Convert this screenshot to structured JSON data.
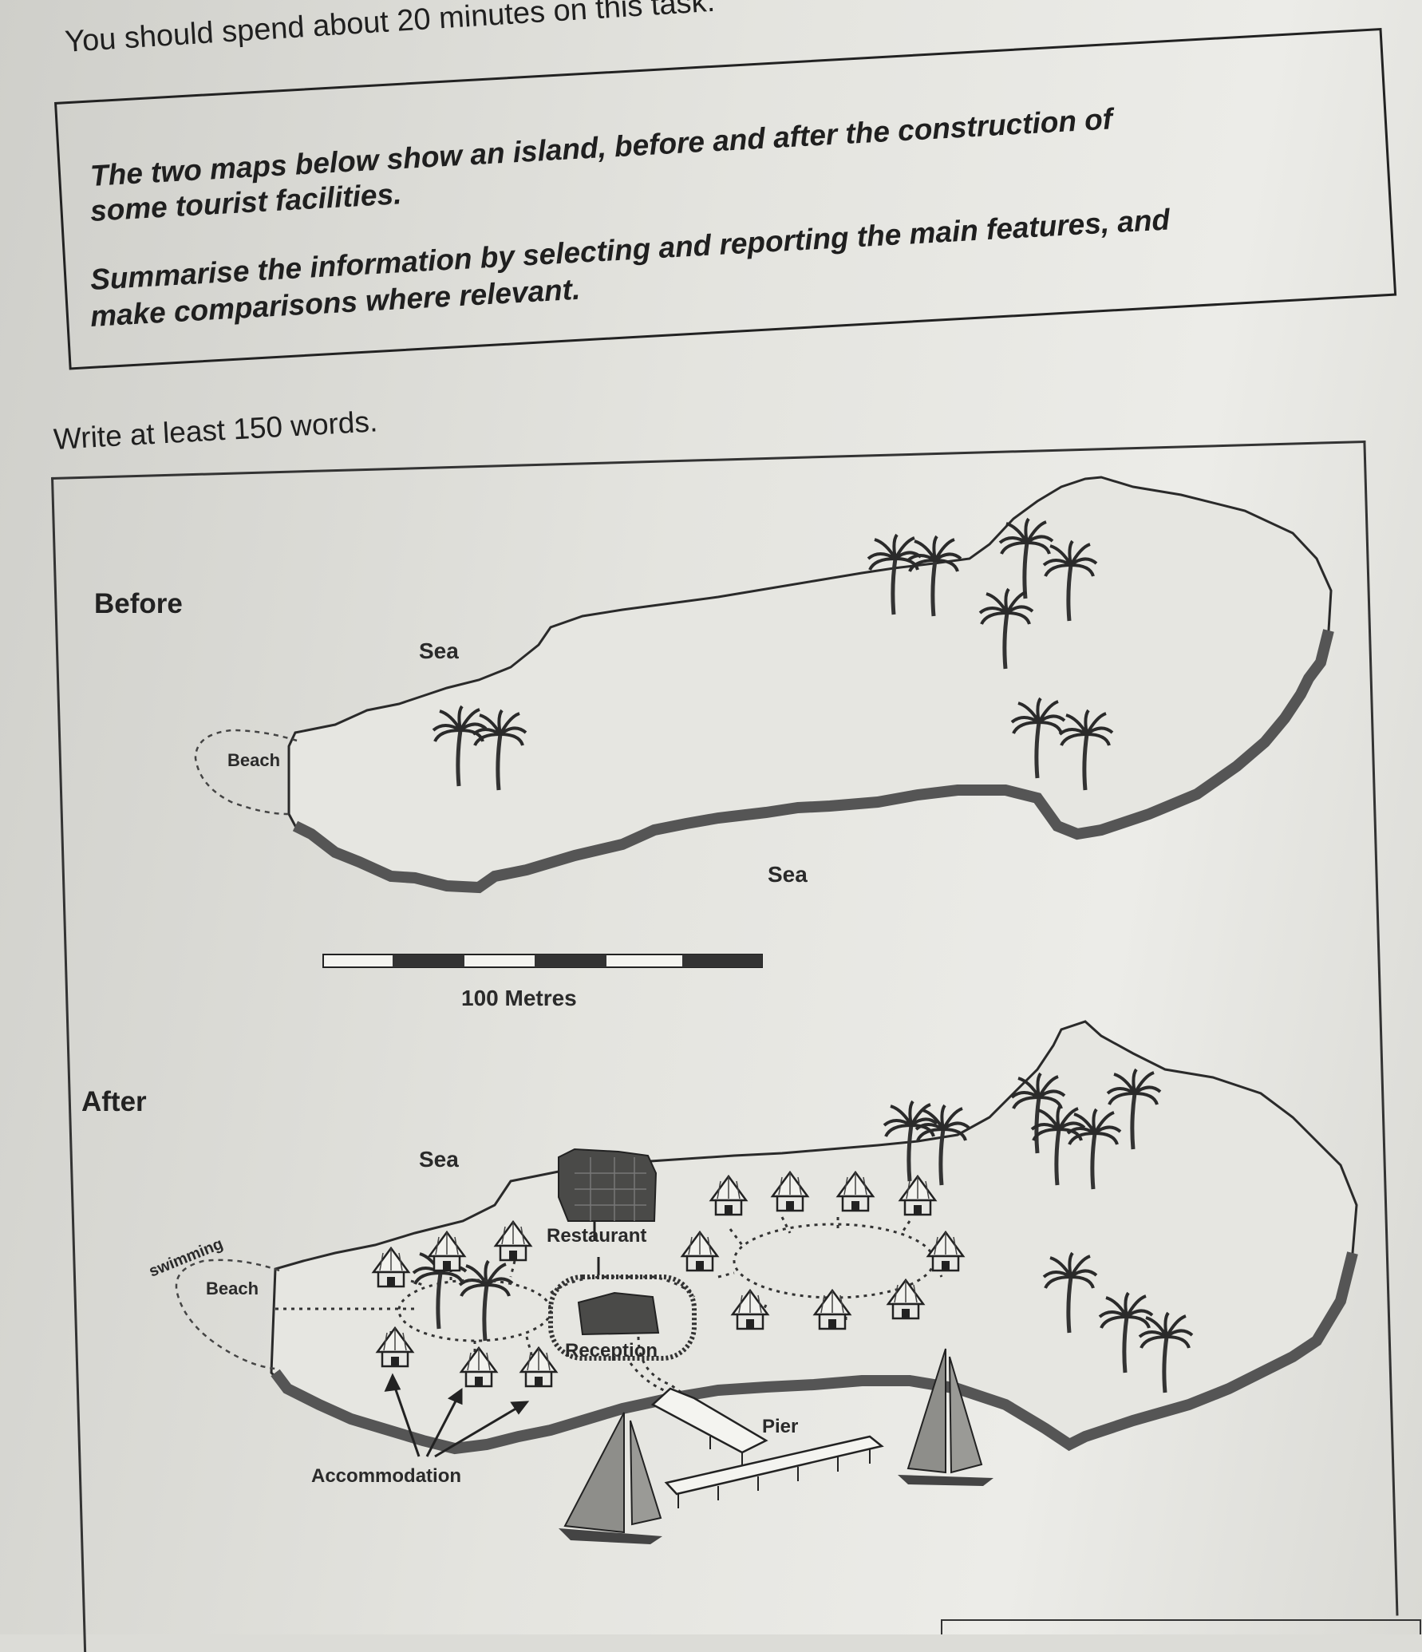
{
  "instruction": "You should spend about 20 minutes on this task.",
  "task": {
    "line1": "The two maps below show an island, before and after the construction of",
    "line2": "some tourist facilities.",
    "line3": "Summarise the information by selecting and reporting the main features, and",
    "line4": "make comparisons where relevant."
  },
  "word_count": "Write at least 150 words.",
  "before_map": {
    "title": "Before",
    "labels": {
      "sea_top": "Sea",
      "sea_bottom": "Sea",
      "beach": "Beach"
    }
  },
  "scale": {
    "label": "100 Metres"
  },
  "after_map": {
    "title": "After",
    "labels": {
      "sea": "Sea",
      "swimming": "swimming",
      "beach": "Beach",
      "restaurant": "Restaurant",
      "reception": "Reception",
      "pier": "Pier",
      "accommodation": "Accommodation"
    }
  }
}
